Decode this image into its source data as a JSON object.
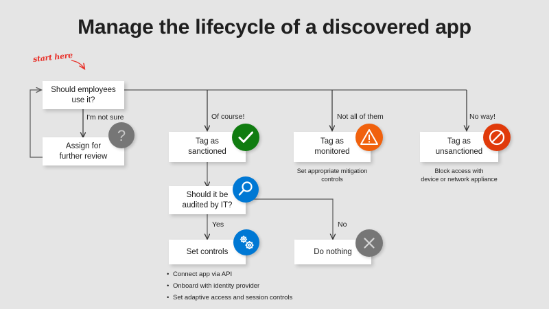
{
  "page": {
    "title": "Manage the lifecycle of a discovered app",
    "background_color": "#e5e5e5",
    "start_annotation": "start here"
  },
  "colors": {
    "box_fill": "#ffffff",
    "text": "#1a1a1a",
    "connector": "#595959",
    "annotation_red": "#e8312a",
    "green": "#107c10",
    "orange": "#f0610d",
    "red_orange": "#e03a0a",
    "blue": "#0078d4",
    "gray": "#767676"
  },
  "nodes": [
    {
      "id": "should-employees-use-it",
      "label": "Should employees\nuse it?"
    },
    {
      "id": "assign-for-further-review",
      "label": "Assign for\nfurther review"
    },
    {
      "id": "tag-as-sanctioned",
      "label": "Tag as\nsanctioned"
    },
    {
      "id": "tag-as-monitored",
      "label": "Tag as\nmonitored"
    },
    {
      "id": "tag-as-unsanctioned",
      "label": "Tag as\nunsanctioned"
    },
    {
      "id": "should-it-be-audited-by-it",
      "label": "Should it be\naudited by IT?"
    },
    {
      "id": "set-controls",
      "label": "Set controls"
    },
    {
      "id": "do-nothing",
      "label": "Do nothing"
    }
  ],
  "edge_labels": {
    "not_sure": "I'm not sure",
    "of_course": "Of course!",
    "not_all": "Not all of them",
    "no_way": "No way!",
    "yes": "Yes",
    "no": "No"
  },
  "captions": {
    "monitored": "Set appropriate mitigation\ncontrols",
    "unsanctioned": "Block access with\ndevice or network appliance"
  },
  "badges": [
    {
      "id": "question-badge",
      "icon": "question-icon",
      "color": "#767676"
    },
    {
      "id": "check-badge",
      "icon": "check-icon",
      "color": "#107c10"
    },
    {
      "id": "warning-badge",
      "icon": "warning-triangle-icon",
      "color": "#f0610d"
    },
    {
      "id": "blocked-badge",
      "icon": "blocked-icon",
      "color": "#e03a0a"
    },
    {
      "id": "search-badge",
      "icon": "magnifier-icon",
      "color": "#0078d4"
    },
    {
      "id": "gears-badge",
      "icon": "gears-icon",
      "color": "#0078d4"
    },
    {
      "id": "close-badge",
      "icon": "close-x-icon",
      "color": "#767676"
    }
  ],
  "set_controls_bullets": [
    "Connect app via API",
    "Onboard with identity provider",
    "Set adaptive access and session controls"
  ]
}
